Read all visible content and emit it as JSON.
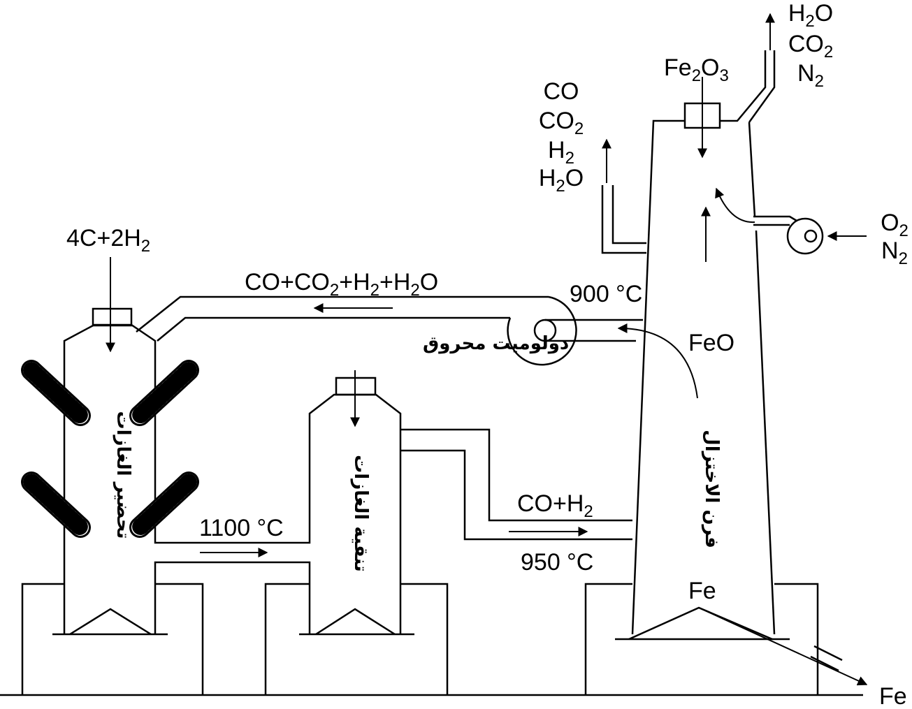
{
  "inputs": {
    "coal_feed": "4C+2H2",
    "ore_feed": "Fe2O3",
    "air_in": [
      "O2",
      "N2"
    ]
  },
  "outputs": {
    "top_gas": [
      "H2O",
      "CO2",
      "N2"
    ],
    "side_gas": [
      "CO",
      "CO2",
      "H2",
      "H2O"
    ],
    "product": "Fe"
  },
  "streams": {
    "recycle_gas": "CO+CO2+H2+H2O",
    "reducing_gas": "CO+H2"
  },
  "temperatures": {
    "t1100": "1100 °C",
    "t950": "950 °C",
    "t900": "900 °C"
  },
  "labels": {
    "dolomite": "دولوميت محروق",
    "gas_preparation": "تحضير الغازات",
    "gas_purification": "تنقية الغازات",
    "reduction_furnace": "فرن الاختزال",
    "feo": "FeO",
    "fe_in_furnace": "Fe"
  }
}
